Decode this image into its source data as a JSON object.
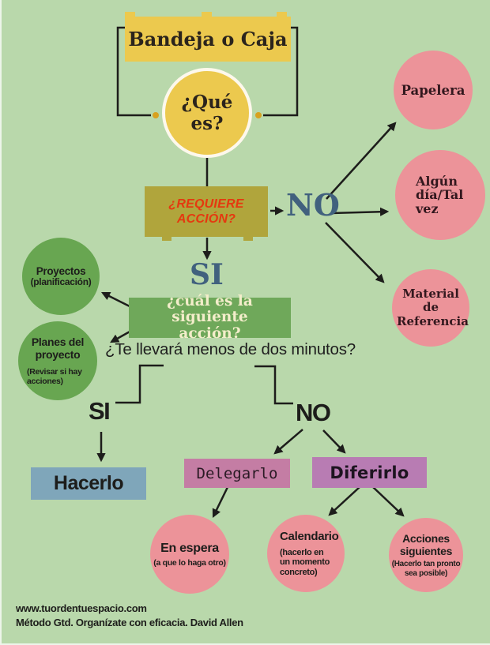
{
  "colors": {
    "background": "#b9d8ab",
    "yellow": "#ecc94e",
    "gold_dot": "#d8a11f",
    "olive": "#b0a53c",
    "red_text": "#e5380f",
    "slate_blue": "#41617e",
    "pink_circle": "#ec9399",
    "green_circle": "#68a651",
    "green_box": "#6fa85a",
    "cream_text": "#f3edca",
    "blue_box": "#7fa6ba",
    "delegarlo_box": "#c47da4",
    "diferirlo_box": "#b87cb3",
    "line": "#1d1d1b"
  },
  "header": {
    "title": "Bandeja o Caja",
    "circle_question": "¿Qué es?"
  },
  "requires_action": {
    "line1": "¿REQUIERE",
    "line2": "ACCIÓN?"
  },
  "branch_labels": {
    "no_top": "NO",
    "si_top": "SI",
    "si_bottom": "SI",
    "no_bottom": "NO"
  },
  "no_outcomes": [
    {
      "title": "Papelera"
    },
    {
      "title": "Algún día/Tal vez"
    },
    {
      "title": "Material de Referencia"
    }
  ],
  "next_action": {
    "line1": "¿cuál es la siguiente",
    "line2": "acción?"
  },
  "project_circles": [
    {
      "title": "Proyectos",
      "subtitle": "(planificación)"
    },
    {
      "title": "Planes del proyecto",
      "subtitle": "(Revisar si hay acciones)"
    }
  ],
  "two_minute_question": "¿Te llevará menos de dos minutos?",
  "action_boxes": {
    "hacerlo": "Hacerlo",
    "delegarlo": "Delegarlo",
    "diferirlo": "Diferirlo"
  },
  "outcome_circles": [
    {
      "title": "En espera",
      "subtitle": "(a que lo haga otro)"
    },
    {
      "title": "Calendario",
      "subtitle": "(hacerlo en un momento concreto)"
    },
    {
      "title": "Acciones siguientes",
      "subtitle": "(Hacerlo tan pronto sea posible)"
    }
  ],
  "footer": {
    "website": "www.tuordentuespacio.com",
    "credit": "Método Gtd. Organízate con eficacia. David Allen"
  }
}
